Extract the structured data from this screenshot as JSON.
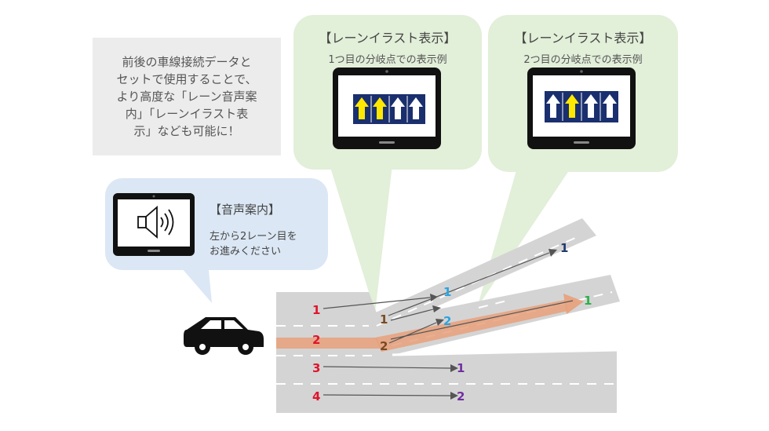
{
  "note": {
    "text": "前後の車線接続データと\nセットで使用することで、\nより高度な「レーン音声案\n内」「レーンイラスト表\n示」なども可能に！"
  },
  "bubble_left": {
    "title": "【レーンイラスト表示】",
    "subtitle": "1つ目の分岐点での表示例"
  },
  "bubble_right": {
    "title": "【レーンイラスト表示】",
    "subtitle": "2つ目の分岐点での表示例"
  },
  "voice": {
    "title": "【音声案内】",
    "text": "左から2レーン目を\nお進みください"
  },
  "lanes": {
    "start": [
      "1",
      "2",
      "3",
      "4"
    ],
    "first_branch": [
      "1",
      "2"
    ],
    "upper_branch": [
      "1",
      "2"
    ],
    "top_branch": [
      "1"
    ],
    "main_branch": [
      "1"
    ],
    "lower_road": [
      "1",
      "2"
    ]
  },
  "colors": {
    "bubble_green": "#e2efd9",
    "bubble_blue": "#dbe7f4",
    "road": "#d4d4d4",
    "lane_red": "#e0142b",
    "lane_brown": "#7a4a20",
    "lane_cyan": "#2aa3e0",
    "lane_navy": "#1f3a6e",
    "lane_green": "#2bb04a",
    "lane_purple": "#7030a0",
    "route": "#e8a07a"
  }
}
